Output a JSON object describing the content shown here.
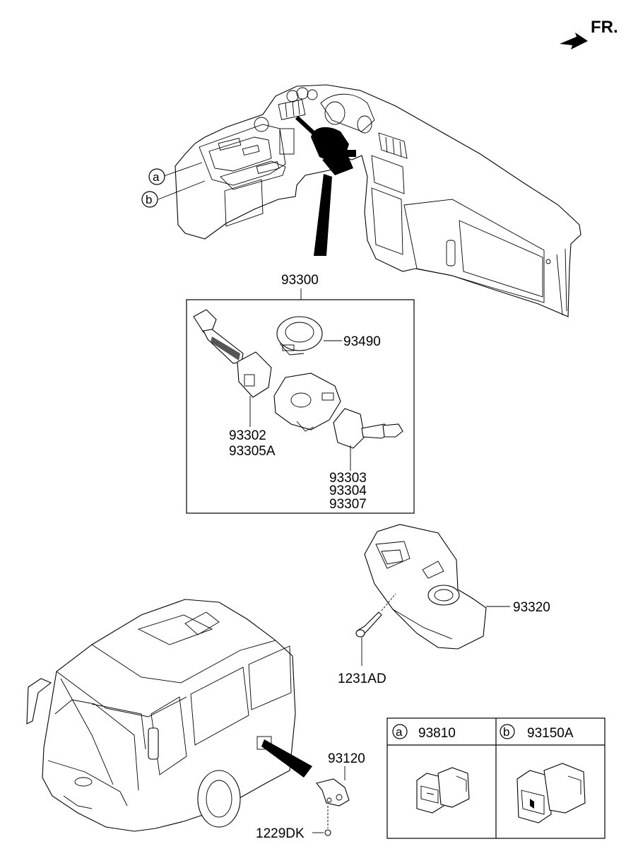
{
  "direction_label": "FR.",
  "callouts": {
    "a": "a",
    "b": "b"
  },
  "parts": {
    "assembly": "93300",
    "clock_spring": "93490",
    "left_switch_1": "93302",
    "left_switch_2": "93305A",
    "right_switch_1": "93303",
    "right_switch_2": "93304",
    "right_switch_3": "93307",
    "shroud": "93320",
    "screw": "1231AD",
    "bracket": "93120",
    "bolt": "1229DK"
  },
  "detail_table": {
    "a_letter": "a",
    "a_part": "93810",
    "b_letter": "b",
    "b_part": "93150A"
  }
}
